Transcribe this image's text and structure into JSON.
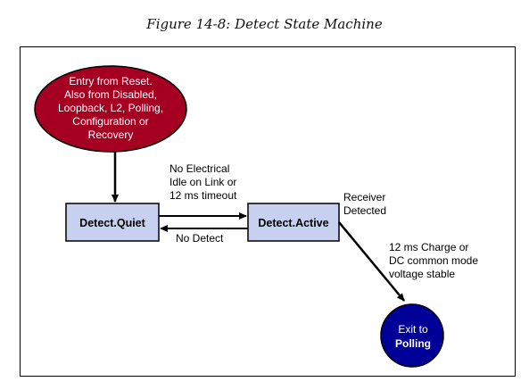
{
  "figure": {
    "caption": "Figure 14-8: Detect State Machine"
  },
  "nodes": {
    "entry": {
      "lines": [
        "Entry from Reset.",
        "Also from Disabled,",
        "Loopback, L2, Polling,",
        "Configuration or",
        "Recovery"
      ],
      "color": "#a50021"
    },
    "detect_quiet": {
      "label": "Detect.Quiet",
      "color": "#c8d0f0"
    },
    "detect_active": {
      "label": "Detect.Active",
      "color": "#c8d0f0"
    },
    "exit": {
      "lines": [
        "Exit to",
        "Polling"
      ],
      "color": "#000099"
    }
  },
  "transitions": {
    "quiet_to_active": {
      "lines": [
        "No Electrical",
        "Idle on Link or",
        "12 ms timeout"
      ]
    },
    "active_to_quiet": {
      "label": "No Detect"
    },
    "receiver_detected": {
      "lines": [
        "Receiver",
        "Detected"
      ]
    },
    "charge": {
      "lines": [
        "12 ms Charge or",
        "DC common mode",
        "voltage stable"
      ]
    }
  }
}
